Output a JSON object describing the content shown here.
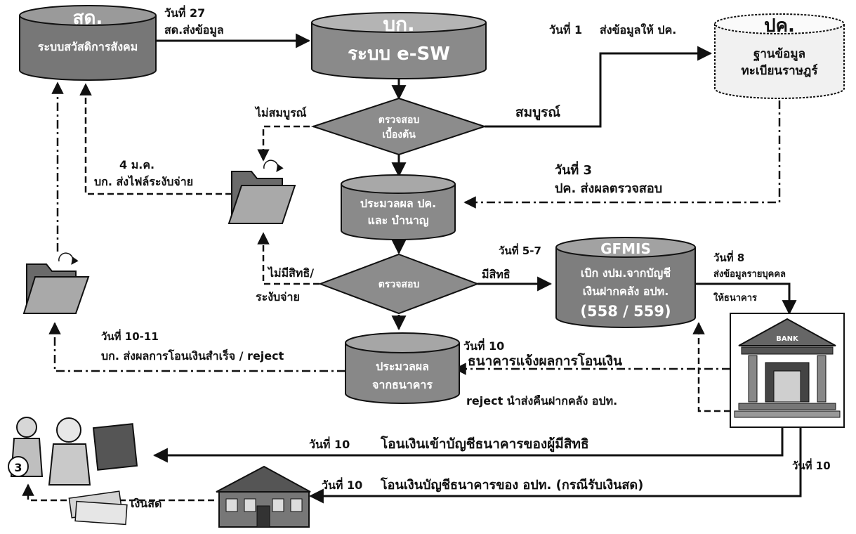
{
  "nodes": {
    "sd": {
      "title": "สด.",
      "subtitle": "ระบบสวัสดิการสังคม"
    },
    "bk": {
      "title": "บก.",
      "subtitle": "ระบบ e-SW"
    },
    "pk": {
      "title": "ปค.",
      "line1": "ฐานข้อมูล",
      "line2": "ทะเบียนราษฎร์"
    },
    "check1": {
      "line1": "ตรวจสอบ",
      "line2": "เบื้องต้น"
    },
    "proc1": {
      "line1": "ประมวลผล ปค.",
      "line2": "และ บำนาญ"
    },
    "check2": {
      "label": "ตรวจสอบ"
    },
    "gfmis": {
      "title": "GFMIS",
      "line1": "เบิก งปม.จากบัญชี",
      "line2": "เงินฝากคลัง อปท.",
      "line3": "(558 / 559)"
    },
    "proc2": {
      "line1": "ประมวลผล",
      "line2": "จากธนาคาร"
    },
    "bank": {
      "sign": "BANK"
    }
  },
  "labels": {
    "day27": "วันที่ 27",
    "sd_send": "สด.ส่งข้อมูล",
    "day1": "วันที่ 1",
    "send_pk": "ส่งข้อมูลให้ ปค.",
    "complete": "สมบูรณ์",
    "incomplete": "ไม่สมบูรณ์",
    "jan4": "4 ม.ค.",
    "bk_send_suspend": "บก. ส่งไฟล์ระงับจ่าย",
    "day3": "วันที่ 3",
    "pk_send_result": "ปค. ส่งผลตรวจสอบ",
    "day5_7": "วันที่ 5-7",
    "eligible": "มีสิทธิ",
    "not_eligible_1": "ไม่มีสิทธิ/",
    "not_eligible_2": "ระงับจ่าย",
    "day8": "วันที่ 8",
    "send_person_1": "ส่งข้อมูลรายบุคคล",
    "send_person_2": "ให้ธนาคาร",
    "day10_11": "วันที่ 10-11",
    "bk_send_transfer": "บก. ส่งผลการโอนเงินสำเร็จ / reject",
    "day10_a": "วันที่ 10",
    "bank_notify": "ธนาคารแจ้งผลการโอนเงิน",
    "reject_return": "reject นำส่งคืนฝากคลัง อปท.",
    "day10_b": "วันที่ 10",
    "transfer_beneficiary": "โอนเงินเข้าบัญชีธนาคารของผู้มีสิทธิ",
    "day10_c": "วันที่ 10",
    "day10_d": "วันที่ 10",
    "transfer_lao": "โอนเงินบัญชีธนาคารของ อปท. (กรณีรับเงินสด)",
    "cash": "เงินสด",
    "badge": "3"
  },
  "icons": [
    "folder-icon",
    "bank-building-icon",
    "elderly-people-icon",
    "local-office-building-icon",
    "cash-icon"
  ],
  "colors": {
    "dark_cylinder": "#7a7a7a",
    "light_cylinder": "#ececec",
    "mid_cylinder": "#9a9a9a",
    "diamond": "#8c8c8c",
    "line": "#111111"
  }
}
